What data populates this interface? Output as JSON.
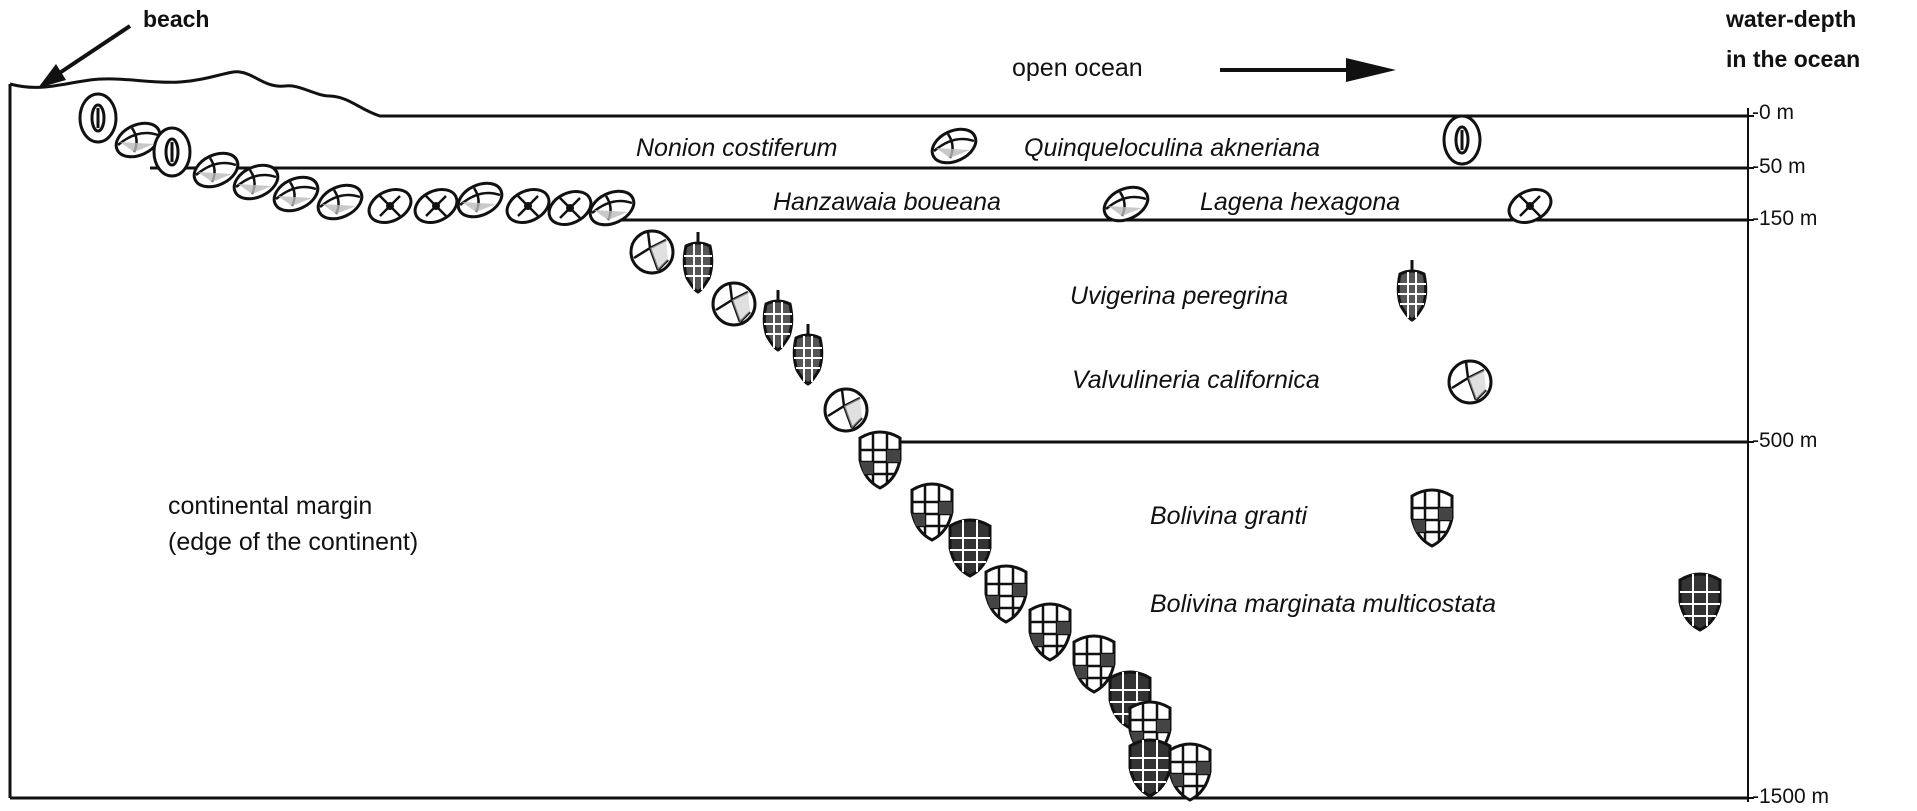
{
  "labels": {
    "beach": "beach",
    "open_ocean": "open ocean",
    "water_depth_line1": "water-depth",
    "water_depth_line2": "in the ocean",
    "margin_line1": "continental margin",
    "margin_line2": "(edge of the continent)"
  },
  "depths": [
    "-0 m",
    "-50 m",
    "-150 m",
    "-500 m",
    "-1500 m"
  ],
  "species": [
    {
      "name": "Nonion costiferum",
      "icon": "nonion-shell-icon"
    },
    {
      "name": "Quinqueloculina akneriana",
      "icon": "quinqueloculina-shell-icon"
    },
    {
      "name": "Hanzawaia boueana",
      "icon": "hanzawaia-shell-icon"
    },
    {
      "name": "Lagena hexagona",
      "icon": "lagena-shell-icon"
    },
    {
      "name": "Uvigerina peregrina",
      "icon": "uvigerina-shell-icon"
    },
    {
      "name": "Valvulineria californica",
      "icon": "valvulineria-shell-icon"
    },
    {
      "name": "Bolivina granti",
      "icon": "bolivina-granti-shell-icon"
    },
    {
      "name": "Bolivina marginata multicostata",
      "icon": "bolivina-marginata-shell-icon"
    }
  ]
}
